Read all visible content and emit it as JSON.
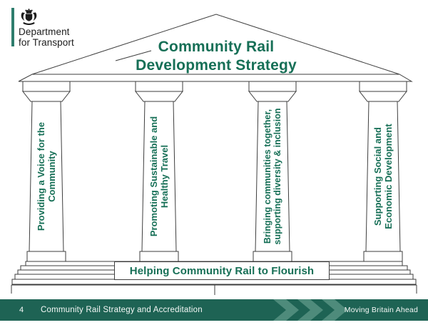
{
  "logo": {
    "line1": "Department",
    "line2": "for Transport",
    "accent_color": "#2e7d6d"
  },
  "temple": {
    "title_line1": "Community Rail",
    "title_line2": "Development Strategy",
    "text_color": "#166f56",
    "pillars": [
      {
        "label": "Providing a Voice for the Community"
      },
      {
        "label": "Promoting Sustainable and Healthy Travel"
      },
      {
        "label": "Bringing communities together, supporting diversity & inclusion"
      },
      {
        "label": "Supporting Social and Economic Development"
      }
    ],
    "base_label": "Helping Community Rail to Flourish"
  },
  "footer": {
    "page_number": "4",
    "title": "Community Rail Strategy and Accreditation",
    "tagline": "Moving Britain Ahead",
    "bar_color": "#1e6354",
    "chevron_color": "#4e8b7b"
  }
}
